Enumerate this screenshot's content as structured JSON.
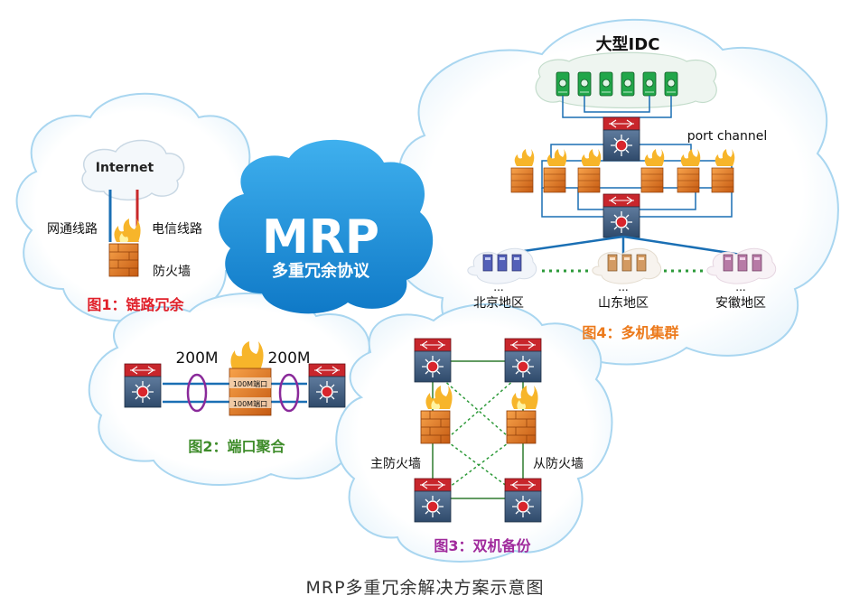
{
  "title": "MRP多重冗余解决方案示意图",
  "center": {
    "main": "MRP",
    "sub": "多重冗余协议"
  },
  "fig1": {
    "caption": "图1：链路冗余",
    "internet": "Internet",
    "left_link": "网通线路",
    "right_link": "电信线路",
    "firewall": "防火墙"
  },
  "fig2": {
    "caption": "图2：端口聚合",
    "left_speed": "200M",
    "right_speed": "200M",
    "port1": "100M端口",
    "port2": "100M端口"
  },
  "fig3": {
    "caption": "图3：双机备份",
    "main_fw": "主防火墙",
    "backup_fw": "从防火墙"
  },
  "fig4": {
    "caption": "图4：多机集群",
    "idc": "大型IDC",
    "port_channel": "port channel",
    "regions": [
      "北京地区",
      "山东地区",
      "安徽地区"
    ],
    "ellipsis": "..."
  },
  "colors": {
    "caption_red": "#e0202a",
    "caption_green": "#3e8c2a",
    "caption_purple": "#a02a9c",
    "caption_orange": "#ec7a1c",
    "mrp_blue": "#1d8fd6",
    "link_blue": "#1a6fb4",
    "link_red": "#c8282a"
  }
}
